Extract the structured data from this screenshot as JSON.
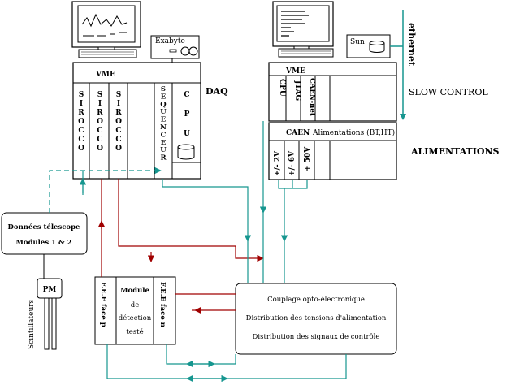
{
  "daq": {
    "title": "DAQ",
    "crate_label": "VME",
    "exabyte_label": "Exabyte",
    "sirocco_labels": [
      "SIROCCO",
      "SIROCCO",
      "SIROCCO"
    ],
    "sequenceur_label": "SEQUENCEUR",
    "cpu_label": "CPU"
  },
  "slow_control": {
    "title": "SLOW CONTROL",
    "crate_label": "VME",
    "sun_label": "Sun",
    "ethernet_label": "ethernet",
    "cpu_label": "CPU",
    "jtag_label": "JTAG",
    "caen_net_label": "CAEN-net"
  },
  "alimentations": {
    "title": "ALIMENTATIONS",
    "caen_label": "CAEN",
    "header_label": "Alimentations (BT,HT)",
    "voltages": [
      "+/- 2V",
      "+/- 6V",
      "+ 50V"
    ]
  },
  "telescope": {
    "line1": "Données télescope",
    "line2": "Modules 1 & 2"
  },
  "pm": {
    "label": "PM",
    "scintillator_label": "Scintillateurs"
  },
  "fee_p": {
    "label": "F.E.E face p"
  },
  "fee_n": {
    "label": "F.E.E face n"
  },
  "module": {
    "lines": [
      "Module",
      "de",
      "détection",
      "testé"
    ]
  },
  "couplage": {
    "lines": [
      "Couplage opto-électronique",
      "Distribution des tensions d'alimentation",
      "Distribution des signaux de contrôle"
    ]
  },
  "colors": {
    "teal": "#16968f",
    "red": "#a00000",
    "black": "#000000"
  }
}
